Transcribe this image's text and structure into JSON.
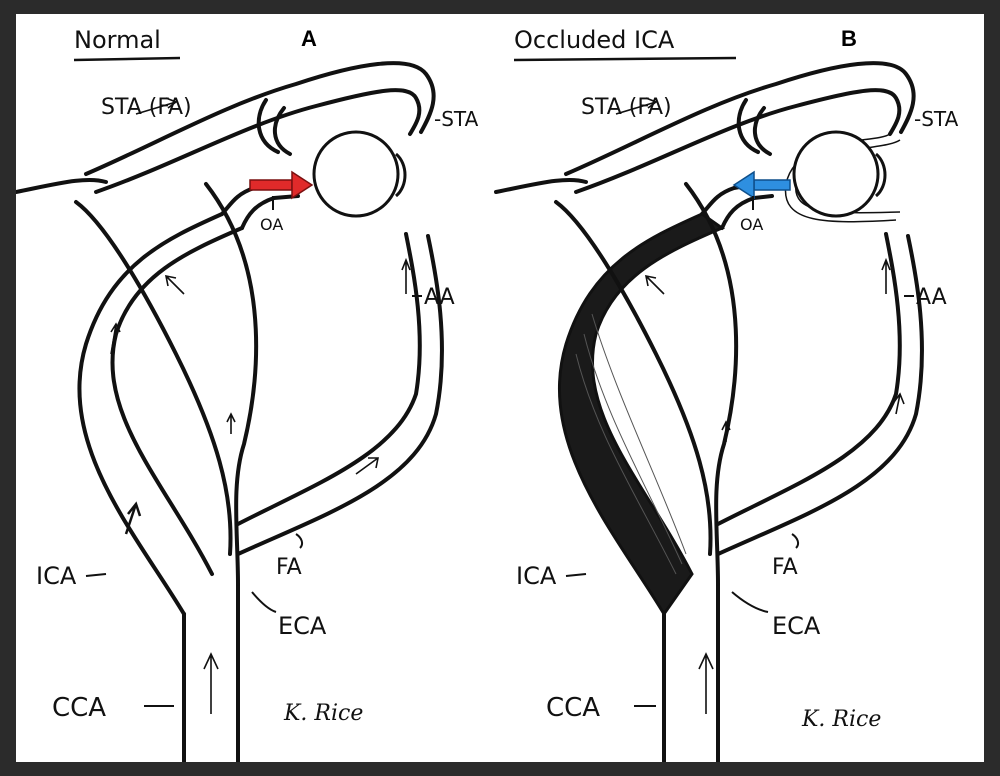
{
  "panels": [
    {
      "letter": "A",
      "title": "Normal",
      "labels": {
        "sta_fa": "STA (FA)",
        "sta": "-STA",
        "oa": "OA",
        "aa": "AA",
        "ica": "ICA",
        "fa": "FA",
        "eca": "ECA",
        "cca": "CCA"
      },
      "signature": "K. Rice",
      "oa_arrow_color": "#e02a2a",
      "ica_occluded": false
    },
    {
      "letter": "B",
      "title": "Occluded ICA",
      "labels": {
        "sta_fa": "STA (FA)",
        "sta": "-STA",
        "oa": "OA",
        "aa": "AA",
        "ica": "ICA",
        "fa": "FA",
        "eca": "ECA",
        "cca": "CCA"
      },
      "signature": "K. Rice",
      "oa_arrow_color": "#2e8fe0",
      "ica_occluded": true
    }
  ],
  "colors": {
    "frame": "#2b2b2b",
    "ink": "#111111",
    "occlusion": "#1a1a1a"
  }
}
